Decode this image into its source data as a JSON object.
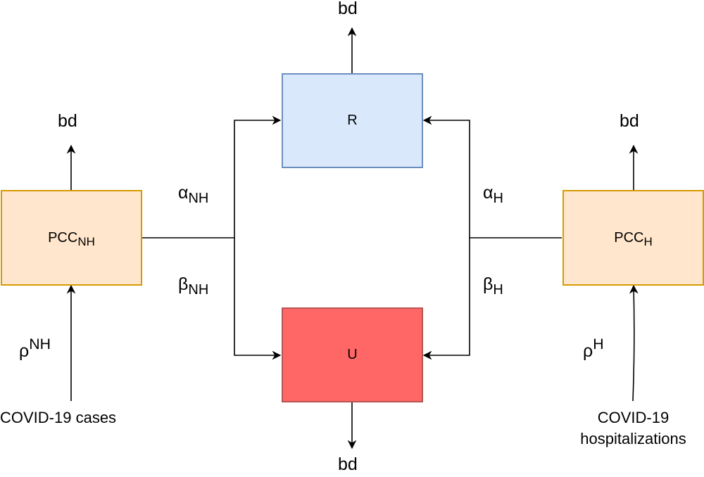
{
  "nodes": {
    "pcc_nh": {
      "main": "PCC",
      "sub": "NH"
    },
    "pcc_h": {
      "main": "PCC",
      "sub": "H"
    },
    "r": {
      "label": "R"
    },
    "u": {
      "label": "U"
    }
  },
  "outflows": {
    "pcc_nh": "bd",
    "pcc_h": "bd",
    "r": "bd",
    "u": "bd"
  },
  "edge_labels": {
    "alpha_nh": {
      "greek": "α",
      "sub": "NH"
    },
    "beta_nh": {
      "greek": "β",
      "sub": "NH"
    },
    "alpha_h": {
      "greek": "α",
      "sub": "H"
    },
    "beta_h": {
      "greek": "β",
      "sub": "H"
    },
    "rho_nh": {
      "greek": "ρ",
      "sup": "NH"
    },
    "rho_h": {
      "greek": "ρ",
      "sup": "H"
    }
  },
  "inputs": {
    "cases": "COVID-19 cases",
    "hospitalizations_line1": "COVID-19",
    "hospitalizations_line2": "hospitalizations"
  },
  "colors": {
    "pcc_fill": "#ffe6cc",
    "pcc_border": "#d79b00",
    "r_fill": "#dae8fc",
    "r_border": "#6c8ebf",
    "u_fill": "#ff6666",
    "u_border": "#b85450"
  }
}
